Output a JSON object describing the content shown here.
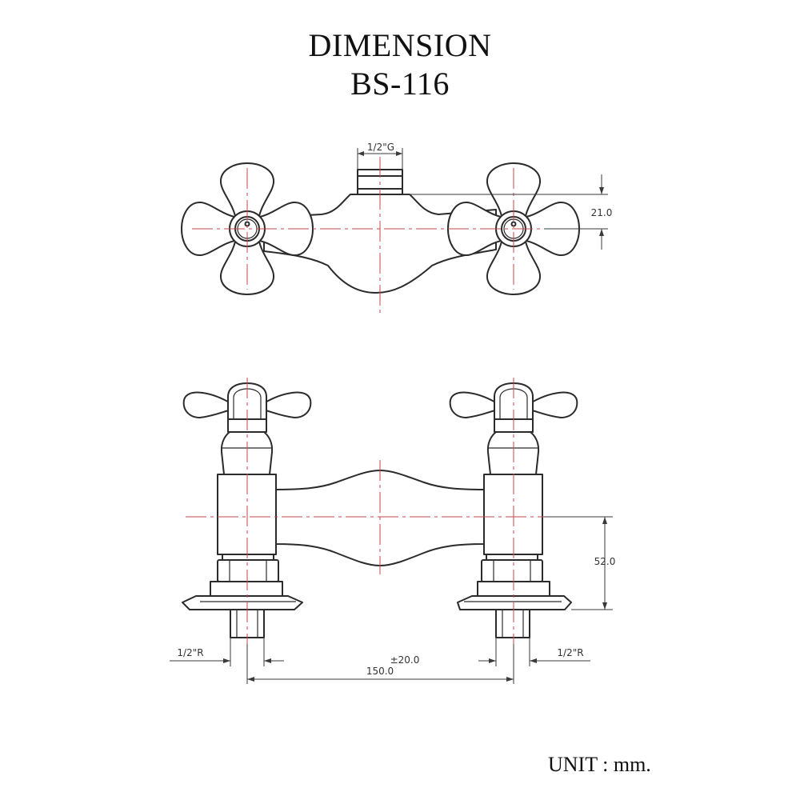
{
  "title": "DIMENSION",
  "model": "BS-116",
  "unit_label": "UNIT : mm.",
  "dimensions": {
    "outlet_thread": "1/2\"G",
    "height_top": "21.0",
    "height_side": "52.0",
    "inlet_thread_left": "1/2\"R",
    "inlet_thread_right": "1/2\"R",
    "centre_distance": "150.0",
    "centre_tolerance": "±20.0"
  },
  "colors": {
    "outline": "#2b2b2b",
    "centerline": "#c4474b"
  }
}
